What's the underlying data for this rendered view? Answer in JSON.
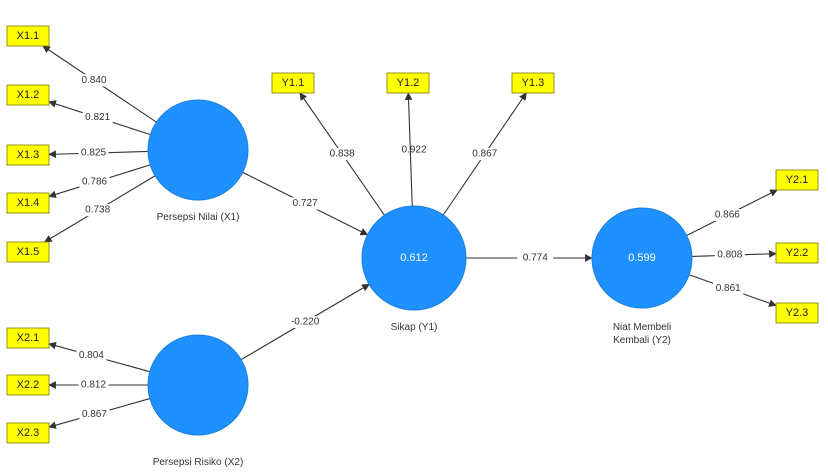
{
  "latent": {
    "x1": {
      "name": "Persepsi Nilai (X1)",
      "r2": ""
    },
    "x2": {
      "name": "Persepsi Risiko (X2)",
      "r2": ""
    },
    "y1": {
      "name": "Sikap (Y1)",
      "r2": "0.612"
    },
    "y2": {
      "name": [
        "Niat Membeli",
        "Kembali (Y2)"
      ],
      "r2": "0.599"
    }
  },
  "indicators": {
    "x1_1": "X1.1",
    "x1_2": "X1.2",
    "x1_3": "X1.3",
    "x1_4": "X1.4",
    "x1_5": "X1.5",
    "x2_1": "X2.1",
    "x2_2": "X2.2",
    "x2_3": "X2.3",
    "y1_1": "Y1.1",
    "y1_2": "Y1.2",
    "y1_3": "Y1.3",
    "y2_1": "Y2.1",
    "y2_2": "Y2.2",
    "y2_3": "Y2.3"
  },
  "loadings": {
    "x1_1": "0.840",
    "x1_2": "0.821",
    "x1_3": "0.825",
    "x1_4": "0.786",
    "x1_5": "0.738",
    "x2_1": "0.804",
    "x2_2": "0.812",
    "x2_3": "0.867",
    "y1_1": "0.838",
    "y1_2": "0.922",
    "y1_3": "0.867",
    "y2_1": "0.866",
    "y2_2": "0.808",
    "y2_3": "0.861"
  },
  "paths": {
    "x1_y1": "0.727",
    "x2_y1": "-0.220",
    "y1_y2": "0.774"
  }
}
